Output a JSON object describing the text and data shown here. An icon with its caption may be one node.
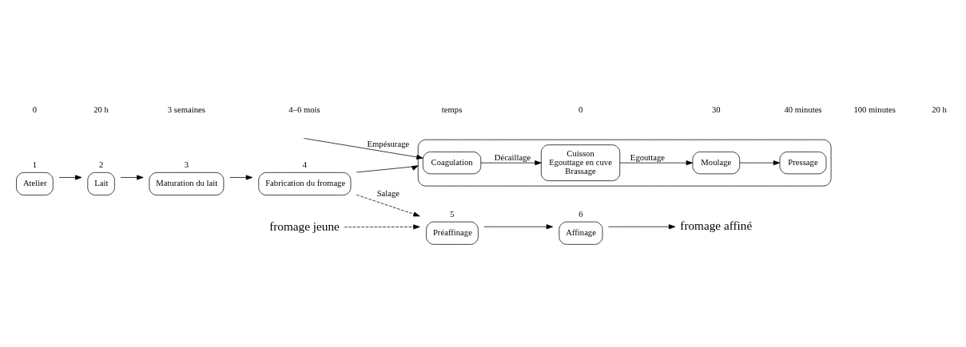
{
  "diagram": {
    "nodes": [
      {
        "text": [
          "Atelier"
        ],
        "beside": [
          "1"
        ]
      },
      {
        "text": [
          "Lait"
        ],
        "beside": [
          "2"
        ]
      },
      {
        "text": [
          "Maturation du lait"
        ],
        "beside": [
          "3"
        ]
      },
      {
        "text": [
          "Fabrication du fromage"
        ],
        "beside": [
          "4"
        ]
      },
      {
        "text": [
          "fromage jeune"
        ]
      },
      {
        "text": [
          "Préaffinage"
        ],
        "beside": [
          "5"
        ]
      },
      {
        "text": [
          "Affinage"
        ],
        "beside": [
          "6"
        ]
      },
      {
        "text": [
          "fromage affiné"
        ]
      },
      {
        "text": [],
        "shape": "box"
      },
      {
        "text": [
          "Coagulation"
        ],
        "in": 8
      },
      {
        "text": [
          "Cuisson",
          "Egouttage en cuve",
          "Brassage"
        ],
        "in": 8
      },
      {
        "text": [
          "Moulage"
        ],
        "in": 8
      },
      {
        "text": [
          "Pressage"
        ],
        "in": 8
      }
    ],
    "edges": [
      {
        "from": 0,
        "to": 1,
        "arrow": "to"
      },
      {
        "from": 1,
        "to": 2,
        "arrow": "to"
      },
      {
        "from": 2,
        "to": 3,
        "arrow": "to"
      },
      {
        "from": 3,
        "to": 5,
        "arrow": "to",
        "label": "Salage",
        "style": "dashed"
      },
      {
        "from": 4,
        "to": 5,
        "arrow": "to",
        "style": "dashed"
      },
      {
        "from": 5,
        "to": 6,
        "arrow": "to"
      },
      {
        "from": 6,
        "to": 7,
        "arrow": "to"
      },
      {
        "from": 3,
        "to": 9,
        "arrow": "to"
      },
      {
        "from": null,
        "to": 9,
        "arrow": "to",
        "label": "Empésurage"
      },
      {
        "from": 9,
        "to": 10,
        "arrow": "to",
        "label": "Décaillage"
      },
      {
        "from": 10,
        "to": 11,
        "arrow": "to",
        "label": "Egouttage"
      },
      {
        "from": 11,
        "to": 12,
        "arrow": "to"
      }
    ],
    "labels": [
      "0",
      "20 h",
      "3 semaines",
      "4–6 mois",
      "temps",
      "0",
      "30",
      "40 minutes",
      "100 minutes",
      "20 h"
    ]
  }
}
